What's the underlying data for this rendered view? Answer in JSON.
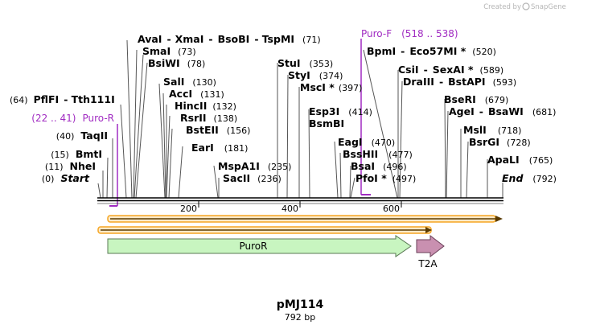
{
  "credit": {
    "prefix": "Created by",
    "brand": "SnapGene"
  },
  "plasmid": {
    "name": "pMJ114",
    "length_label": "792 bp"
  },
  "ruler": {
    "ticks": [
      "200",
      "400",
      "600"
    ]
  },
  "enzymes": [
    {
      "label": "AvaI - XmaI - BsoBI - TspMI",
      "parts": [
        "AvaI",
        "XmaI",
        "BsoBI",
        "TspMI"
      ],
      "pos": "(71)"
    },
    {
      "label": "SmaI",
      "parts": [
        "SmaI"
      ],
      "pos": "(73)"
    },
    {
      "label": "BsiWI",
      "parts": [
        "BsiWI"
      ],
      "pos": "(78)"
    },
    {
      "label": "SalI",
      "parts": [
        "SalI"
      ],
      "pos": "(130)"
    },
    {
      "label": "AccI",
      "parts": [
        "AccI"
      ],
      "pos": "(131)"
    },
    {
      "label": "HincII",
      "parts": [
        "HincII"
      ],
      "pos": "(132)"
    },
    {
      "label": "RsrII",
      "parts": [
        "RsrII"
      ],
      "pos": "(138)"
    },
    {
      "label": "BstEII",
      "parts": [
        "BstEII"
      ],
      "pos": "(156)"
    },
    {
      "label": "EarI",
      "parts": [
        "EarI"
      ],
      "pos": "(181)"
    },
    {
      "label": "MspA1I",
      "parts": [
        "MspA1I"
      ],
      "pos": "(235)"
    },
    {
      "label": "SacII",
      "parts": [
        "SacII"
      ],
      "pos": "(236)"
    },
    {
      "label": "StuI",
      "parts": [
        "StuI"
      ],
      "pos": "(353)"
    },
    {
      "label": "StyI",
      "parts": [
        "StyI"
      ],
      "pos": "(374)"
    },
    {
      "label": "MscI *",
      "parts": [
        "MscI *"
      ],
      "pos": "(397)"
    },
    {
      "label": "Esp3I",
      "parts": [
        "Esp3I"
      ],
      "pos": "(414)"
    },
    {
      "label": "BsmBI",
      "parts": [
        "BsmBI"
      ],
      "pos": ""
    },
    {
      "label": "BpmI - Eco57MI *",
      "parts": [
        "BpmI",
        "Eco57MI *"
      ],
      "pos": "(520)"
    },
    {
      "label": "EagI",
      "parts": [
        "EagI"
      ],
      "pos": "(470)"
    },
    {
      "label": "BssHII",
      "parts": [
        "BssHII"
      ],
      "pos": "(477)"
    },
    {
      "label": "BsaI",
      "parts": [
        "BsaI"
      ],
      "pos": "(496)"
    },
    {
      "label": "PfoI *",
      "parts": [
        "PfoI *"
      ],
      "pos": "(497)"
    },
    {
      "label": "CsiI - SexAI *",
      "parts": [
        "CsiI",
        "SexAI *"
      ],
      "pos": "(589)"
    },
    {
      "label": "DraIII - BstAPI",
      "parts": [
        "DraIII",
        "BstAPI"
      ],
      "pos": "(593)"
    },
    {
      "label": "BseRI",
      "parts": [
        "BseRI"
      ],
      "pos": "(679)"
    },
    {
      "label": "AgeI - BsaWI",
      "parts": [
        "AgeI",
        "BsaWI"
      ],
      "pos": "(681)"
    },
    {
      "label": "MslI",
      "parts": [
        "MslI"
      ],
      "pos": "(718)"
    },
    {
      "label": "BsrGI",
      "parts": [
        "BsrGI"
      ],
      "pos": "(728)"
    },
    {
      "label": "ApaLI",
      "parts": [
        "ApaLI"
      ],
      "pos": "(765)"
    },
    {
      "label": "PflFI - Tth111I",
      "parts": [
        "PflFI",
        "Tth111I"
      ],
      "pos": "(64)"
    },
    {
      "label": "TaqII",
      "parts": [
        "TaqII"
      ],
      "pos": "(40)"
    },
    {
      "label": "BmtI",
      "parts": [
        "BmtI"
      ],
      "pos": "(15)"
    },
    {
      "label": "NheI",
      "parts": [
        "NheI"
      ],
      "pos": "(11)"
    }
  ],
  "ends": {
    "start": "Start",
    "start_pos": "(0)",
    "end": "End",
    "end_pos": "(792)"
  },
  "primers": [
    {
      "name": "Puro-F",
      "range": "(518 .. 538)"
    },
    {
      "name": "Puro-R",
      "range": "(22 .. 41)"
    }
  ],
  "features": [
    {
      "name": "PuroR",
      "color": "#c8f5c0",
      "stroke": "#5a7a55"
    },
    {
      "name": "T2A",
      "color": "#c990b0",
      "stroke": "#6a3f58"
    }
  ],
  "colors": {
    "orf": "#f5a623",
    "orf_fill": "#fce9c8",
    "primer": "#a12cc2"
  }
}
